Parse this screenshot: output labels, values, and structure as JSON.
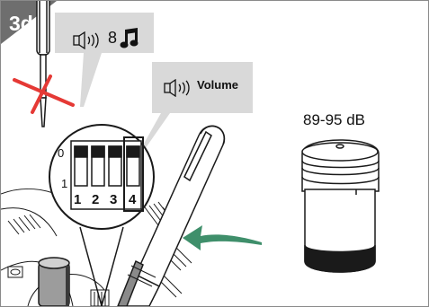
{
  "step": {
    "label": "3d",
    "badge_color": "#6e6e6e"
  },
  "callouts": {
    "notes": {
      "count": "8",
      "icons": [
        "speaker-icon",
        "music-note-icon"
      ]
    },
    "volume": {
      "label": "Volume",
      "icons": [
        "speaker-icon"
      ]
    }
  },
  "dip_switch": {
    "off_label": "0",
    "on_label": "1",
    "switch_numbers": [
      "1",
      "2",
      "3",
      "4"
    ]
  },
  "sounder": {
    "level": "89-95 dB"
  },
  "colors": {
    "callout_bg": "#d9d9d9",
    "cross": "#e53935",
    "arrow": "#3f8f6b",
    "stroke": "#1a1a1a"
  }
}
